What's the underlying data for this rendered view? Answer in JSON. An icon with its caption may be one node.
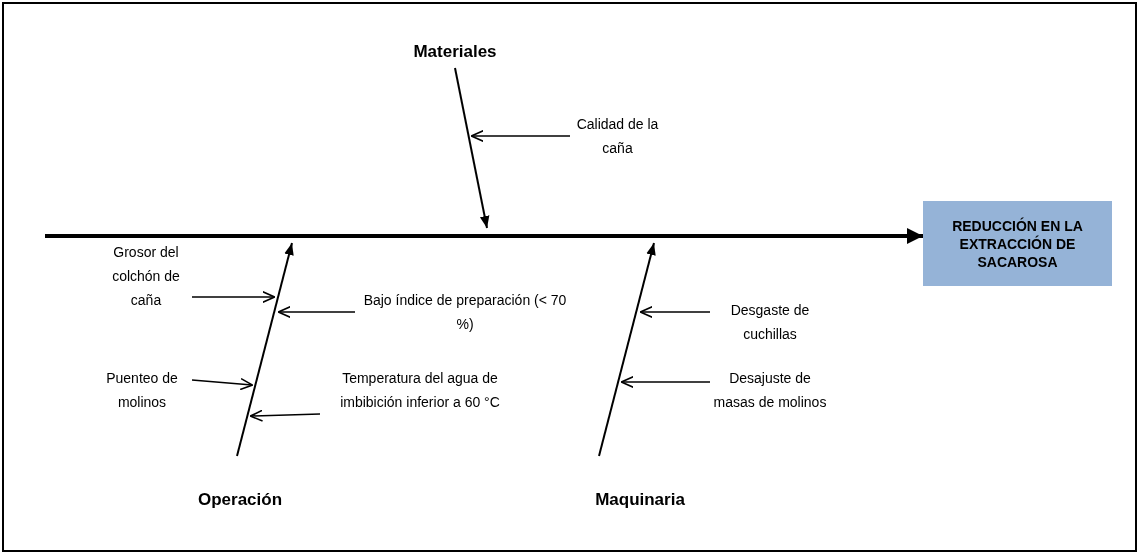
{
  "diagram": {
    "nodes": [
      {
        "text": [
          "Materiales"
        ]
      },
      {
        "text": [
          "Operación"
        ]
      },
      {
        "text": [
          "Maquinaria"
        ]
      },
      {
        "text": [
          "REDUCCIÓN EN LA EXTRACCIÓN DE SACAROSA"
        ]
      },
      {
        "text": [
          "Calidad de la caña"
        ]
      },
      {
        "text": [
          "Grosor del colchón de caña"
        ]
      },
      {
        "text": [
          "Bajo índice de preparación (< 70 %)"
        ]
      },
      {
        "text": [
          "Puenteo de molinos"
        ]
      },
      {
        "text": [
          "Temperatura del agua de imbibición inferior a 60 °C"
        ]
      },
      {
        "text": [
          "Desgaste de cuchillas"
        ]
      },
      {
        "text": [
          "Desajuste de masas de molinos"
        ]
      }
    ],
    "edges": [
      {
        "from": null,
        "to": 3,
        "arrow": "to",
        "style": "thick"
      },
      {
        "from": 0,
        "to": null,
        "arrow": "to"
      },
      {
        "from": 1,
        "to": null,
        "arrow": "to"
      },
      {
        "from": 2,
        "to": null,
        "arrow": "to"
      },
      {
        "from": 4,
        "to": null,
        "arrow": "to"
      },
      {
        "from": 5,
        "to": null,
        "arrow": "to"
      },
      {
        "from": 6,
        "to": null,
        "arrow": "to"
      },
      {
        "from": 7,
        "to": null,
        "arrow": "to"
      },
      {
        "from": 8,
        "to": null,
        "arrow": "to"
      },
      {
        "from": 9,
        "to": null,
        "arrow": "to"
      },
      {
        "from": 10,
        "to": null,
        "arrow": "to"
      }
    ]
  }
}
